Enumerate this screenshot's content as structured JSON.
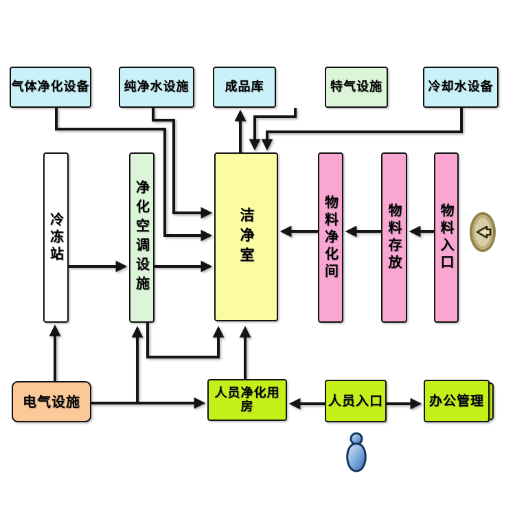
{
  "diagram": {
    "type": "flowchart",
    "description": "Cleanroom facility system flow diagram",
    "nodes": {
      "gas_purification": {
        "label": "气体净化设备"
      },
      "pure_water": {
        "label": "纯净水设施"
      },
      "finished_goods": {
        "label": "成品库"
      },
      "special_gas": {
        "label": "特气设施"
      },
      "cooling_water": {
        "label": "冷却水设备"
      },
      "freezing_station": {
        "label": "冷冻站"
      },
      "purification_hvac": {
        "label": "净化空调设施"
      },
      "cleanroom": {
        "label": "洁净室"
      },
      "material_purification": {
        "label": "物料净化间"
      },
      "material_storage": {
        "label": "物料存放"
      },
      "material_entrance": {
        "label": "物料入口"
      },
      "electrical": {
        "label": "电气设施"
      },
      "personnel_purification": {
        "label": "人员净化用房"
      },
      "personnel_entrance": {
        "label": "人员入口"
      },
      "office_management": {
        "label": "办公管理"
      }
    },
    "edges": [
      {
        "from": "gas_purification",
        "to": "cleanroom"
      },
      {
        "from": "pure_water",
        "to": "cleanroom"
      },
      {
        "from": "cleanroom",
        "to": "finished_goods"
      },
      {
        "from": "special_gas",
        "to": "cleanroom"
      },
      {
        "from": "cooling_water",
        "to": "cleanroom"
      },
      {
        "from": "electrical",
        "to": "freezing_station"
      },
      {
        "from": "freezing_station",
        "to": "purification_hvac"
      },
      {
        "from": "purification_hvac",
        "to": "cleanroom"
      },
      {
        "from": "electrical",
        "to": "purification_hvac"
      },
      {
        "from": "electrical",
        "to": "personnel_purification"
      },
      {
        "from": "purification_hvac",
        "to": "cleanroom_bottom"
      },
      {
        "from": "personnel_purification",
        "to": "cleanroom"
      },
      {
        "from": "material_entrance",
        "to": "material_storage"
      },
      {
        "from": "material_storage",
        "to": "material_purification"
      },
      {
        "from": "material_purification",
        "to": "cleanroom"
      },
      {
        "from": "personnel_entrance",
        "to": "personnel_purification"
      },
      {
        "from": "personnel_entrance",
        "to": "office_management"
      }
    ],
    "icons": {
      "material_flow_arrow": "gold badge with left-pointing arrow",
      "person": "blue person figure"
    },
    "colors": {
      "cyan_box": "#c9f1f7",
      "green_box": "#dcf5d8",
      "yellow_box": "#fbfba2",
      "pink_box": "#f9a6d2",
      "orange_box": "#fbc997",
      "chartreuse_box": "#c3f018",
      "white_box": "#ffffff",
      "connector": "#141414"
    }
  }
}
